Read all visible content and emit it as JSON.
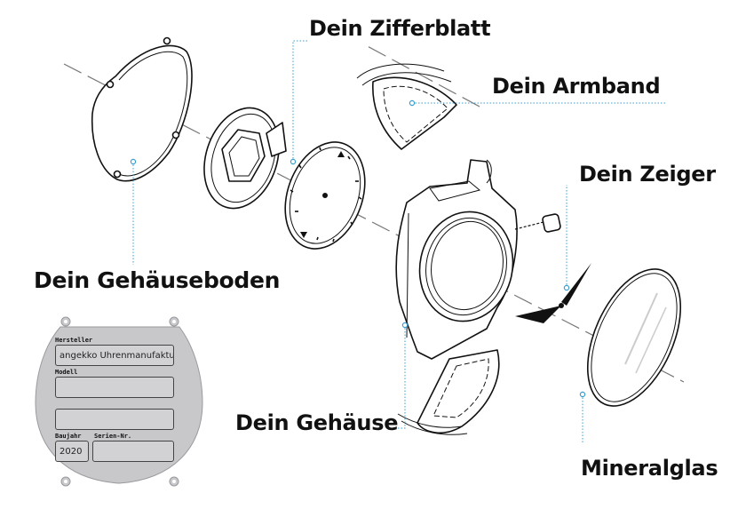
{
  "labels": {
    "zifferblatt": "Dein Zifferblatt",
    "armband": "Dein Armband",
    "zeiger": "Dein Zeiger",
    "gehaeuseboden": "Dein Gehäuseboden",
    "gehaeuse": "Dein Gehäuse",
    "mineralglas": "Mineralglas"
  },
  "plate": {
    "hersteller_label": "Hersteller",
    "hersteller_value": "angekko Uhrenmanufaktur",
    "modell_label": "Modell",
    "modell_value": "",
    "line3_value": "",
    "baujahr_label": "Baujahr",
    "baujahr_value": "2020",
    "seriennr_label": "Serien-Nr.",
    "seriennr_value": ""
  },
  "colors": {
    "line": "#111111",
    "leader": "#3a9fd0",
    "plate_fill": "#c8c8cb",
    "field_fill": "#d2d2d4"
  }
}
